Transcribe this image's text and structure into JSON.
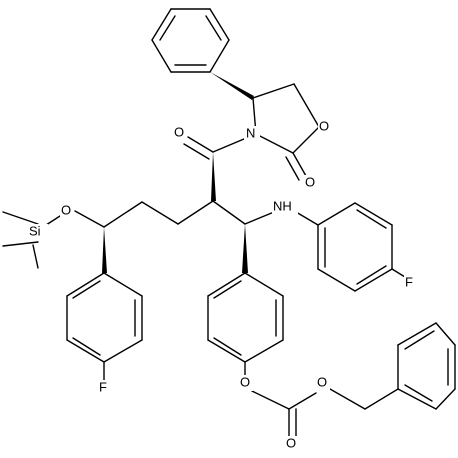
{
  "atom_labels": {
    "o_carbonyl_acyl": "O",
    "n_oxazolidinone": "N",
    "o_ring": "O",
    "o_ring_carbonyl": "O",
    "o_silyl_ether": "O",
    "si": "Si",
    "nh": "NH",
    "f_aniline": "F",
    "f_aryl": "F",
    "o_phenoxy": "O",
    "o_carbonate_carbonyl": "O",
    "o_benzyloxy": "O"
  }
}
